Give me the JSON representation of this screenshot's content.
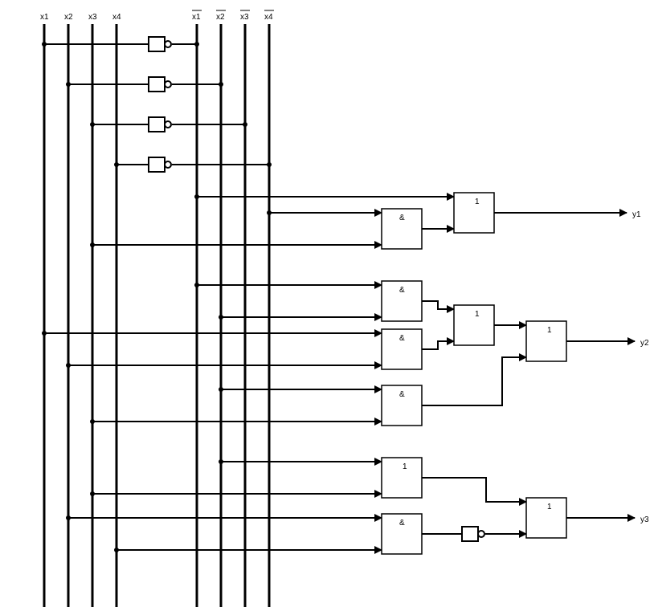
{
  "inputs": {
    "x1": "x1",
    "x2": "x2",
    "x3": "x3",
    "x4": "x4",
    "nx1": "x1",
    "nx2": "x2",
    "nx3": "x3",
    "nx4": "x4"
  },
  "outputs": {
    "y1": "y1",
    "y2": "y2",
    "y3": "y3"
  },
  "gates": {
    "or_y1": "1",
    "and_y1": "&",
    "and_y2_a": "&",
    "and_y2_b": "&",
    "and_y2_c": "&",
    "or_y2_mid": "1",
    "or_y2_out": "1",
    "or_y3_in": "1",
    "and_y3": "&",
    "or_y3_out": "1"
  },
  "colors": {
    "line": "#000000",
    "background": "#ffffff"
  }
}
